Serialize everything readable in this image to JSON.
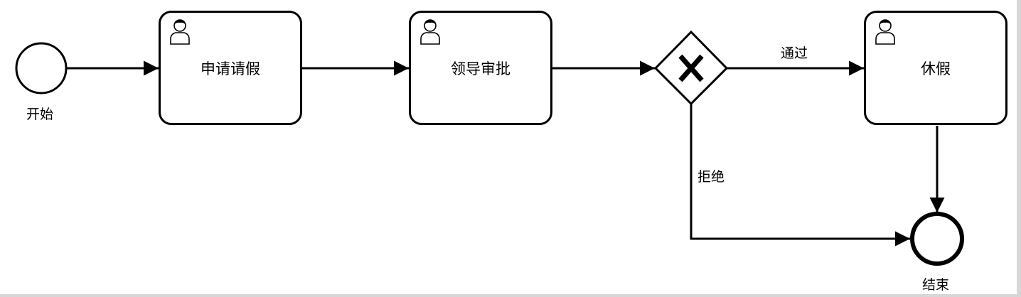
{
  "diagram": {
    "start_event": {
      "label": "开始"
    },
    "end_event": {
      "label": "结束"
    },
    "tasks": [
      {
        "label": "申请请假",
        "icon": "user-icon"
      },
      {
        "label": "领导审批",
        "icon": "user-icon"
      },
      {
        "label": "休假",
        "icon": "user-icon"
      }
    ],
    "gateway": {
      "type": "exclusive",
      "symbol": "X"
    },
    "flows": {
      "approve": "通过",
      "reject": "拒绝"
    }
  }
}
